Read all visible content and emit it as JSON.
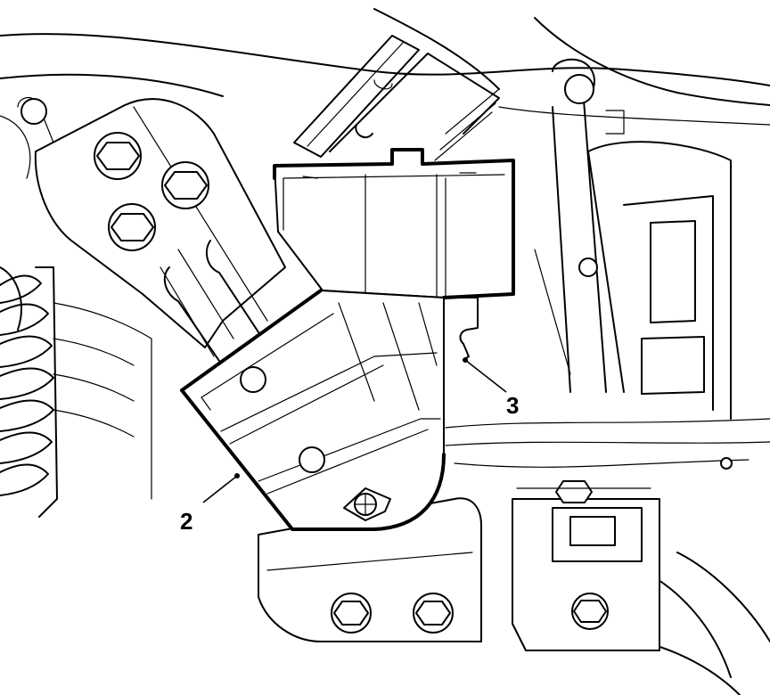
{
  "callouts": [
    {
      "id": "2",
      "label": "2"
    },
    {
      "id": "3",
      "label": "3"
    }
  ],
  "colors": {
    "line": "#000000",
    "background": "#ffffff"
  }
}
